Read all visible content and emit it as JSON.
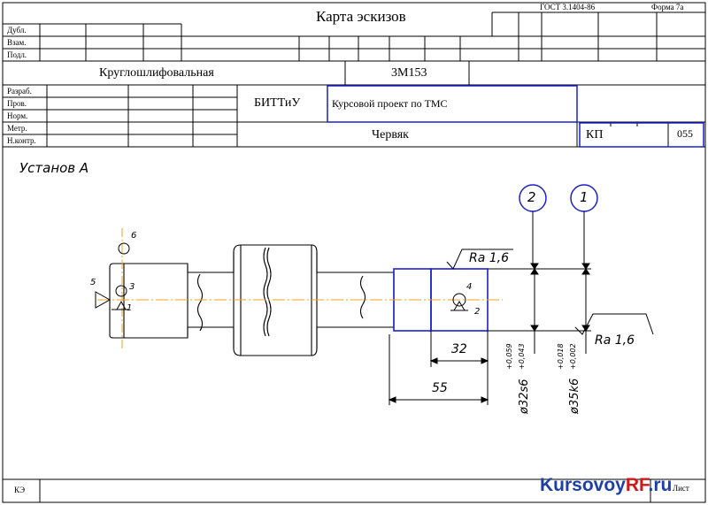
{
  "header": {
    "gost": "ГОСТ  3.1404-86",
    "form": "Форма  7а",
    "title": "Карта эскизов",
    "rows_top": [
      "Дубл.",
      "Взам.",
      "Подл."
    ],
    "machine_type": "Круглошлифовальная",
    "machine_model": "3М153",
    "rows_left": [
      "Разраб.",
      "Пров.",
      "Норм.",
      "Метр.",
      "Н.контр."
    ],
    "org": "БИТТиУ",
    "project": "Курсовой проект по ТМС",
    "part_name": "Червяк",
    "doc_code": "КП",
    "op_number": "055"
  },
  "drawing": {
    "setup_label": "Установ А",
    "datum_numbers": [
      "1",
      "2",
      "3",
      "4",
      "5",
      "6"
    ],
    "surface_callouts": [
      "2",
      "1"
    ],
    "roughness": [
      "Ra 1,6",
      "Ra 1,6"
    ],
    "dimensions": {
      "length_short": "32",
      "length_long": "55",
      "dia_1": "ø32s6",
      "dia_1_upper": "+0,059",
      "dia_1_lower": "+0,043",
      "dia_2": "ø35k6",
      "dia_2_upper": "+0,018",
      "dia_2_lower": "+0,002"
    }
  },
  "footer": {
    "ke_label": "КЭ",
    "sheet_label": "Лист"
  },
  "watermark": {
    "prefix": "Kursovoy",
    "accent": "RF",
    "suffix": ".ru",
    "prefix_color": "#1f3fa8",
    "accent_color": "#d01818"
  },
  "colors": {
    "frame_blue": "#1a22c8",
    "axis_orange": "#f0a020",
    "ink": "#000000"
  }
}
